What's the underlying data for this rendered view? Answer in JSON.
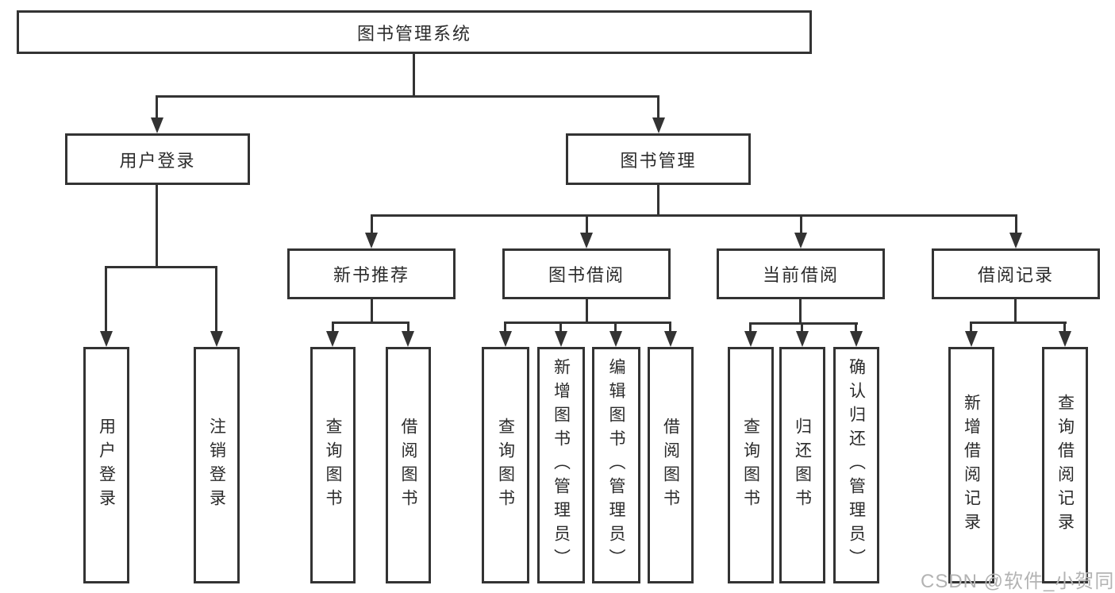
{
  "diagram": {
    "root": {
      "label": "图书管理系统"
    },
    "branches": [
      {
        "label": "用户登录",
        "children": [
          {
            "label": "用户登录"
          },
          {
            "label": "注销登录"
          }
        ]
      },
      {
        "label": "图书管理",
        "children": [
          {
            "label": "新书推荐",
            "children": [
              {
                "label": "查询图书"
              },
              {
                "label": "借阅图书"
              }
            ]
          },
          {
            "label": "图书借阅",
            "children": [
              {
                "label": "查询图书"
              },
              {
                "label": "新增图书（管理员）"
              },
              {
                "label": "编辑图书（管理员）"
              },
              {
                "label": "借阅图书"
              }
            ]
          },
          {
            "label": "当前借阅",
            "children": [
              {
                "label": "查询图书"
              },
              {
                "label": "归还图书"
              },
              {
                "label": "确认归还（管理员）"
              }
            ]
          },
          {
            "label": "借阅记录",
            "children": [
              {
                "label": "新增借阅记录"
              },
              {
                "label": "查询借阅记录"
              }
            ]
          }
        ]
      }
    ]
  },
  "watermark": "CSDN @软件_小贺同学",
  "colors": {
    "line": "#333333",
    "text": "#2b2b2b",
    "background": "#ffffff",
    "watermark": "#b3b3b3"
  }
}
